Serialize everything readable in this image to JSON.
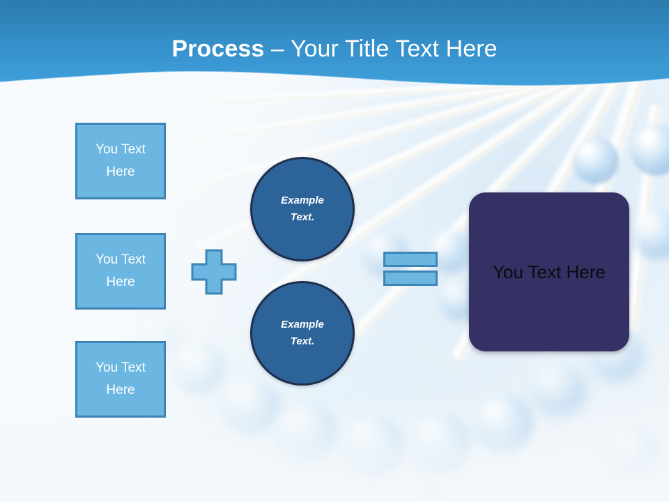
{
  "slide": {
    "title": {
      "strong": "Process",
      "rest": " – Your Title Text Here"
    },
    "colors": {
      "header_top": "#2B7BAE",
      "header_bottom": "#3C9BD6",
      "accent_light_blue": "#6CB7E2",
      "accent_light_blue_border": "#3D85B5",
      "circle_fill": "#2C6399",
      "circle_border": "#1F2E4A",
      "result_fill": "#363164",
      "canvas": "#F4F8FB"
    },
    "inputs": [
      {
        "text": "You Text Here"
      },
      {
        "text": "You Text Here"
      },
      {
        "text": "You Text Here"
      }
    ],
    "operator_plus": "+",
    "operator_equals": "=",
    "circles": [
      {
        "line1": "Example",
        "line2": "Text."
      },
      {
        "line1": "Example",
        "line2": "Text."
      }
    ],
    "result": {
      "text": "You Text Here"
    }
  }
}
